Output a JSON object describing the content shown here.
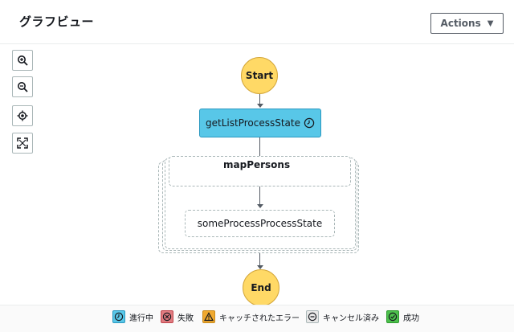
{
  "header": {
    "title": "グラフビュー",
    "actions_label": "Actions"
  },
  "toolbar": {
    "icons": [
      "zoom-in-icon",
      "zoom-out-icon",
      "center-icon",
      "fit-screen-icon"
    ]
  },
  "graph": {
    "start_label": "Start",
    "task_label": "getListProcessState",
    "map_label": "mapPersons",
    "inner_label": "someProcessProcessState",
    "end_label": "End",
    "colors": {
      "start_end": "#ffd966",
      "in_progress": "#58c7e8"
    }
  },
  "legend": {
    "items": [
      {
        "label": "進行中",
        "color": "#58c7e8",
        "icon": "clock-icon"
      },
      {
        "label": "失敗",
        "color": "#e07b80",
        "icon": "x-circle-icon"
      },
      {
        "label": "キャッチされたエラー",
        "color": "#f0a92f",
        "icon": "warning-icon"
      },
      {
        "label": "キャンセル済み",
        "color": "#e8e8e8",
        "icon": "minus-circle-icon"
      },
      {
        "label": "成功",
        "color": "#4cc04c",
        "icon": "check-circle-icon"
      }
    ]
  }
}
